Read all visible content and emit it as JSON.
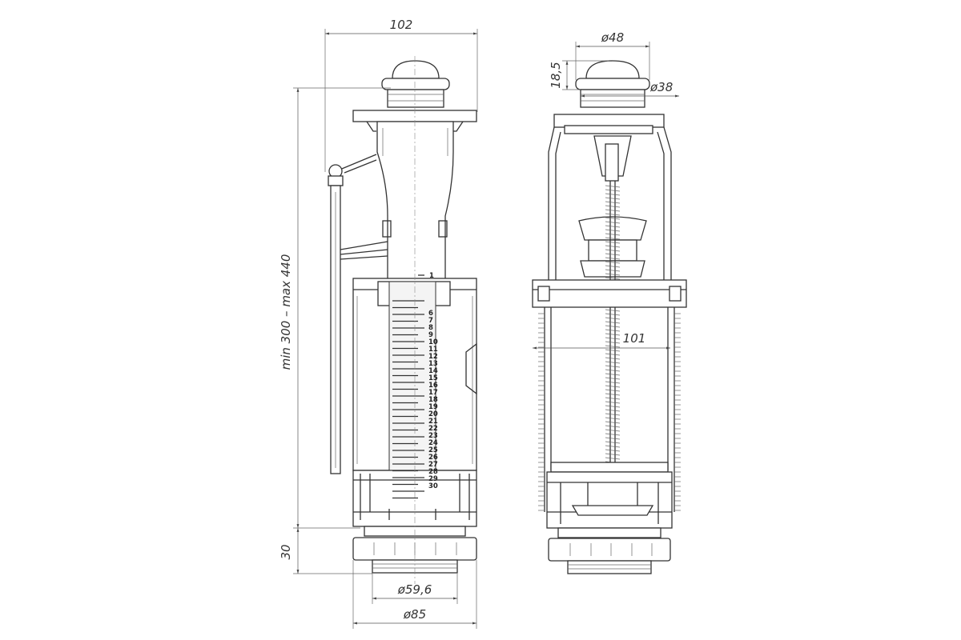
{
  "dimensions": {
    "overall_width": "102",
    "height_range": "min 300 – max 440",
    "thread_height": "30",
    "inner_diameter": "ø59,6",
    "outer_diameter": "ø85",
    "button_diameter": "ø48",
    "button_height": "18,5",
    "button_base_diameter": "ø38",
    "body_width": "101"
  },
  "scale": {
    "top_mark": "1",
    "labels": [
      "6",
      "7",
      "8",
      "9",
      "10",
      "11",
      "12",
      "13",
      "14",
      "15",
      "16",
      "17",
      "18",
      "19",
      "20",
      "21",
      "22",
      "23",
      "24",
      "25",
      "26",
      "27",
      "28",
      "29",
      "30"
    ]
  },
  "colors": {
    "line": "#333333",
    "fill": "#ffffff",
    "background": "#ffffff"
  }
}
